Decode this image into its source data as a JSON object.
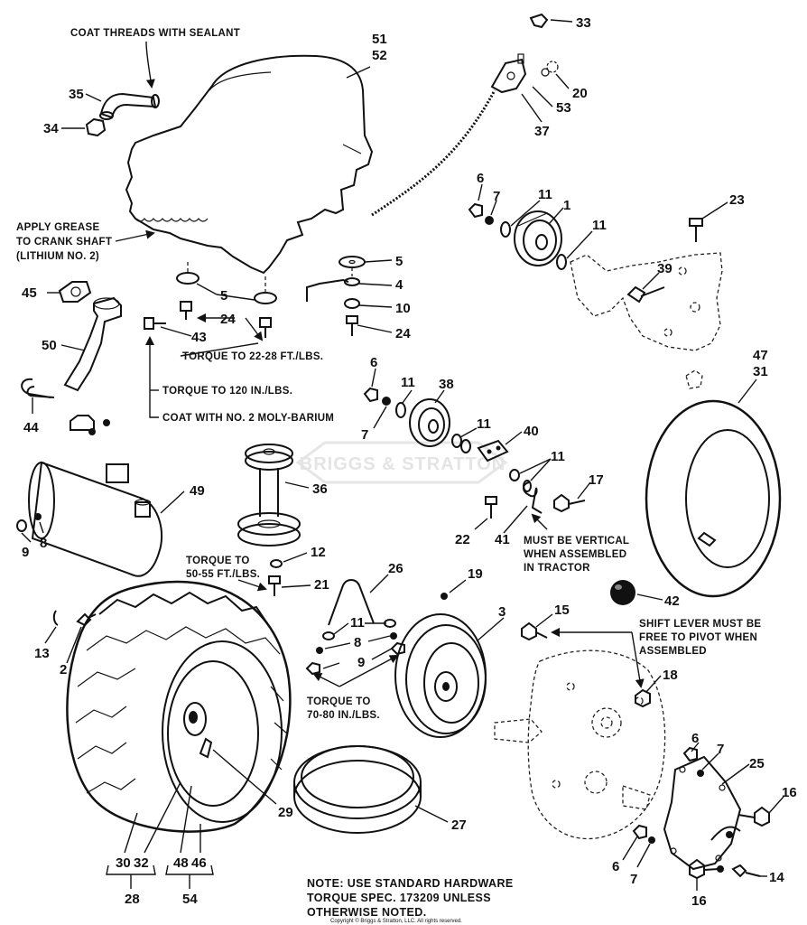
{
  "watermark": "BRIGGS & STRATTON",
  "notes": {
    "coat_threads": "COAT THREADS WITH SEALANT",
    "grease_1": "APPLY GREASE",
    "grease_2": "TO CRANK SHAFT",
    "grease_3": "(LITHIUM NO. 2)",
    "torque_22_28": "TORQUE TO 22-28 FT./LBS.",
    "torque_120": "TORQUE TO 120 IN./LBS.",
    "moly": "COAT WITH NO. 2 MOLY-BARIUM",
    "vertical_1": "MUST BE VERTICAL",
    "vertical_2": "WHEN ASSEMBLED",
    "vertical_3": "IN TRACTOR",
    "torque_50_1": "TORQUE TO",
    "torque_50_2": "50-55 FT./LBS.",
    "torque_70_1": "TORQUE TO",
    "torque_70_2": "70-80 IN./LBS.",
    "shift_1": "SHIFT LEVER MUST BE",
    "shift_2": "FREE TO PIVOT WHEN",
    "shift_3": "ASSEMBLED",
    "footer_1": "NOTE: USE STANDARD HARDWARE",
    "footer_2": "TORQUE SPEC. 173209 UNLESS",
    "footer_3": "OTHERWISE NOTED.",
    "copyright": "Copyright © Briggs & Stratton, LLC. All rights reserved."
  },
  "callouts": {
    "p51": "51",
    "p52": "52",
    "p33": "33",
    "p20": "20",
    "p53": "53",
    "p37": "37",
    "p35": "35",
    "p34": "34",
    "p6a": "6",
    "p7a": "7",
    "p11a": "11",
    "p1": "1",
    "p11b": "11",
    "p23": "23",
    "p39": "39",
    "p5a": "5",
    "p4": "4",
    "p10": "10",
    "p24a": "24",
    "p45": "45",
    "p5b": "5",
    "p24b": "24",
    "p43": "43",
    "p50": "50",
    "p44": "44",
    "p47": "47",
    "p31": "31",
    "p6b": "6",
    "p11c": "11",
    "p38": "38",
    "p7b": "7",
    "p11d": "11",
    "p40": "40",
    "p11e": "11",
    "p17": "17",
    "p22": "22",
    "p41": "41",
    "p36": "36",
    "p49": "49",
    "p9a": "9",
    "p8a": "8",
    "p12": "12",
    "p21": "21",
    "p26": "26",
    "p19": "19",
    "p3": "3",
    "p11f": "11",
    "p8b": "8",
    "p9b": "9",
    "p42": "42",
    "p15": "15",
    "p18": "18",
    "p13": "13",
    "p2": "2",
    "p29": "29",
    "p27": "27",
    "p6c": "6",
    "p7c": "7",
    "p25": "25",
    "p16a": "16",
    "p6d": "6",
    "p7d": "7",
    "p16b": "16",
    "p14": "14",
    "p30": "30",
    "p32": "32",
    "p48": "48",
    "p46": "46",
    "p28": "28",
    "p54": "54"
  }
}
